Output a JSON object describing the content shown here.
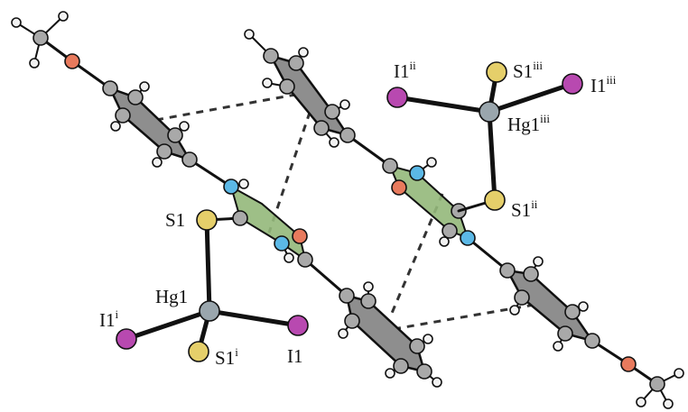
{
  "colors": {
    "carbon": "#a9a9a9",
    "hydrogen": "#f2f2f2",
    "nitrogen": "#5bb8e6",
    "oxygen": "#e87a5d",
    "sulfur": "#e5cf6a",
    "iodine": "#b849b0",
    "mercury": "#9aa6ad",
    "plane": "#93b87a",
    "ring": "#8e8e8e"
  },
  "labels": {
    "s1": {
      "base": "S1",
      "sup": ""
    },
    "hg1": {
      "base": "Hg1",
      "sup": ""
    },
    "i1": {
      "base": "I1",
      "sup": ""
    },
    "i1_i": {
      "base": "I1",
      "sup": "i"
    },
    "s1_i": {
      "base": "S1",
      "sup": "i"
    },
    "i1_ii": {
      "base": "I1",
      "sup": "ii"
    },
    "s1_iii": {
      "base": "S1",
      "sup": "iii"
    },
    "i1_iii": {
      "base": "I1",
      "sup": "iii"
    },
    "hg1_iii": {
      "base": "Hg1",
      "sup": "iii"
    },
    "s1_ii": {
      "base": "S1",
      "sup": "ii"
    }
  }
}
